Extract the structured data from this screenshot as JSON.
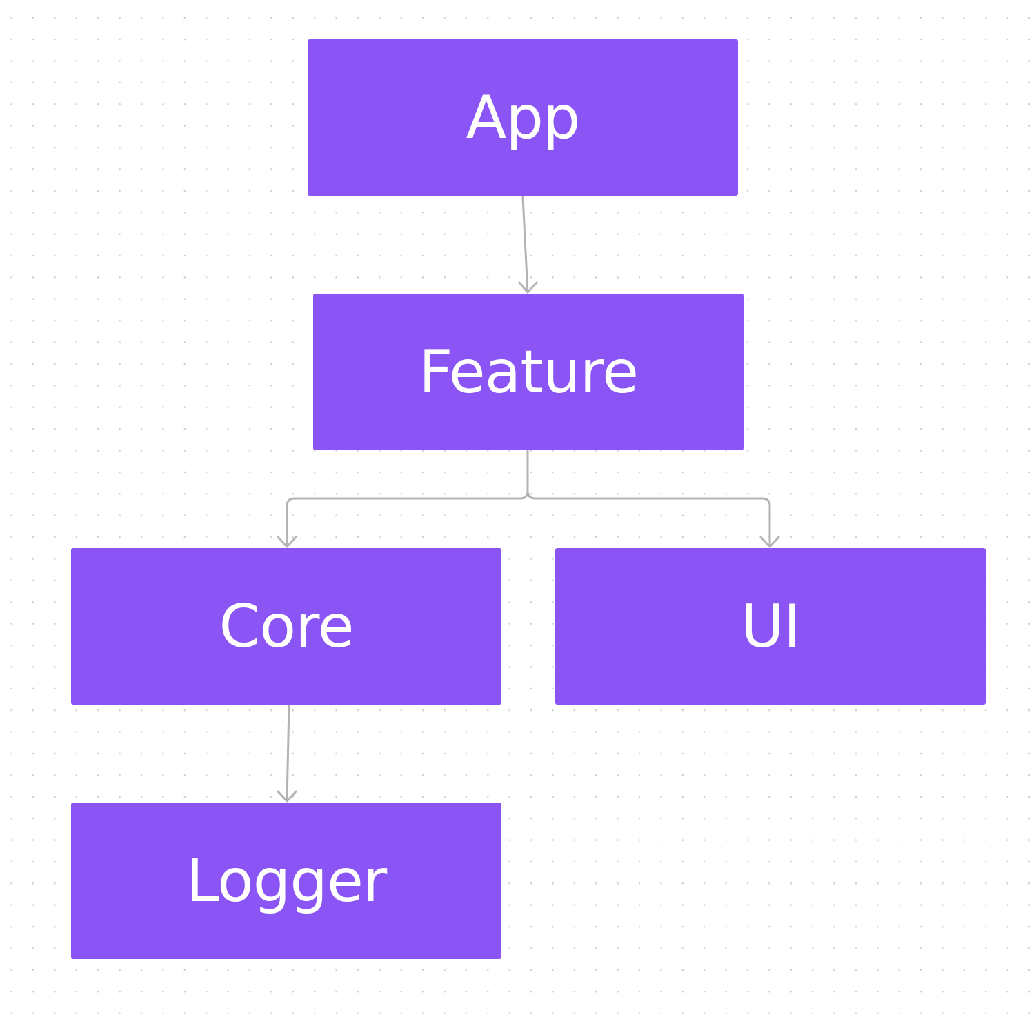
{
  "diagram": {
    "colors": {
      "node_fill": "#8b55f5",
      "node_text": "#ffffff",
      "edge": "#b3b3b3",
      "background": "#ffffff",
      "grid_dots": "#cfcfcf"
    },
    "nodes": [
      {
        "id": "app",
        "label": "App"
      },
      {
        "id": "feature",
        "label": "Feature"
      },
      {
        "id": "core",
        "label": "Core"
      },
      {
        "id": "ui",
        "label": "UI"
      },
      {
        "id": "logger",
        "label": "Logger"
      }
    ],
    "edges": [
      {
        "from": "app",
        "to": "feature"
      },
      {
        "from": "feature",
        "to": "core"
      },
      {
        "from": "feature",
        "to": "ui"
      },
      {
        "from": "core",
        "to": "logger"
      }
    ]
  }
}
